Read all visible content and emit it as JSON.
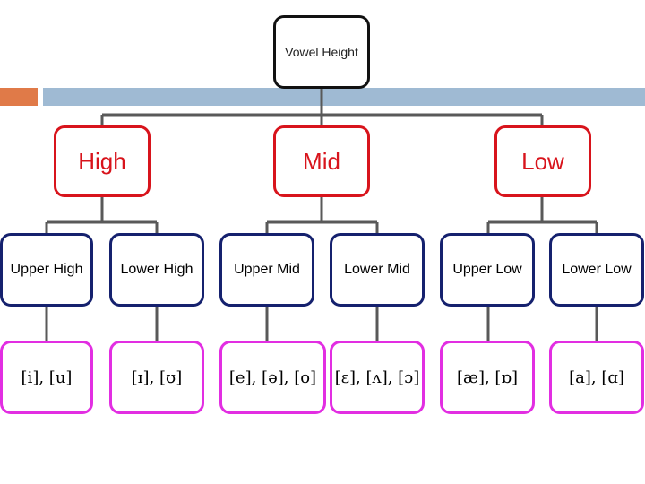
{
  "title": "Vowel Height",
  "colors": {
    "root_border": "#111111",
    "level1_border": "#d8141c",
    "level1_text": "#d8141c",
    "level2_border": "#15216e",
    "level3_border": "#e22ee2",
    "accent_bar": "#e07a48",
    "banner_bar": "#9fbad3"
  },
  "level1": [
    "High",
    "Mid",
    "Low"
  ],
  "level2": [
    "Upper High",
    "Lower High",
    "Upper Mid",
    "Lower Mid",
    "Upper Low",
    "Lower Low"
  ],
  "level3": [
    "[i], [u]",
    "[ɪ], [ʊ]",
    "[e], [ə], [o]",
    "[ɛ], [ʌ], [ɔ]",
    "[æ], [ɒ]",
    "[a], [ɑ]"
  ]
}
